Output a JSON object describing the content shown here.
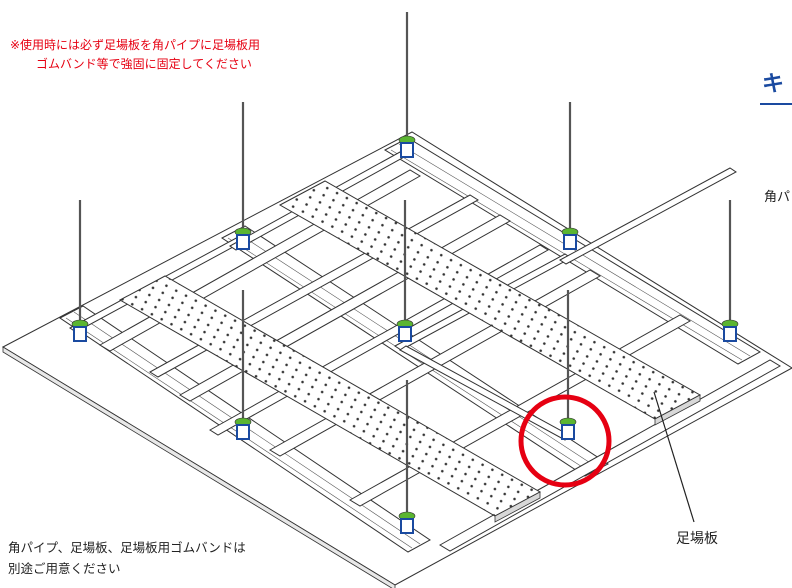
{
  "warning": {
    "line1": "※使用時には必ず足場板を角パイプに足場板用",
    "line2": "ゴムバンド等で強固に固定してください"
  },
  "note": {
    "line1": "角パイプ、足場板、足場板用ゴムバンドは",
    "line2": "別途ご用意ください"
  },
  "callout": {
    "label": "足場板"
  },
  "edge": {
    "heading": "キ",
    "text": "角パ"
  },
  "colors": {
    "warning_text": "#e60012",
    "highlight_circle": "#e60012",
    "clip_green": "#5bb531",
    "clip_blue": "#1a4aa0",
    "heading_blue": "#1a4aa0"
  },
  "icons": {
    "highlight": "red-circle-highlight",
    "hanger": "ceiling-hanger-clip-icon"
  }
}
